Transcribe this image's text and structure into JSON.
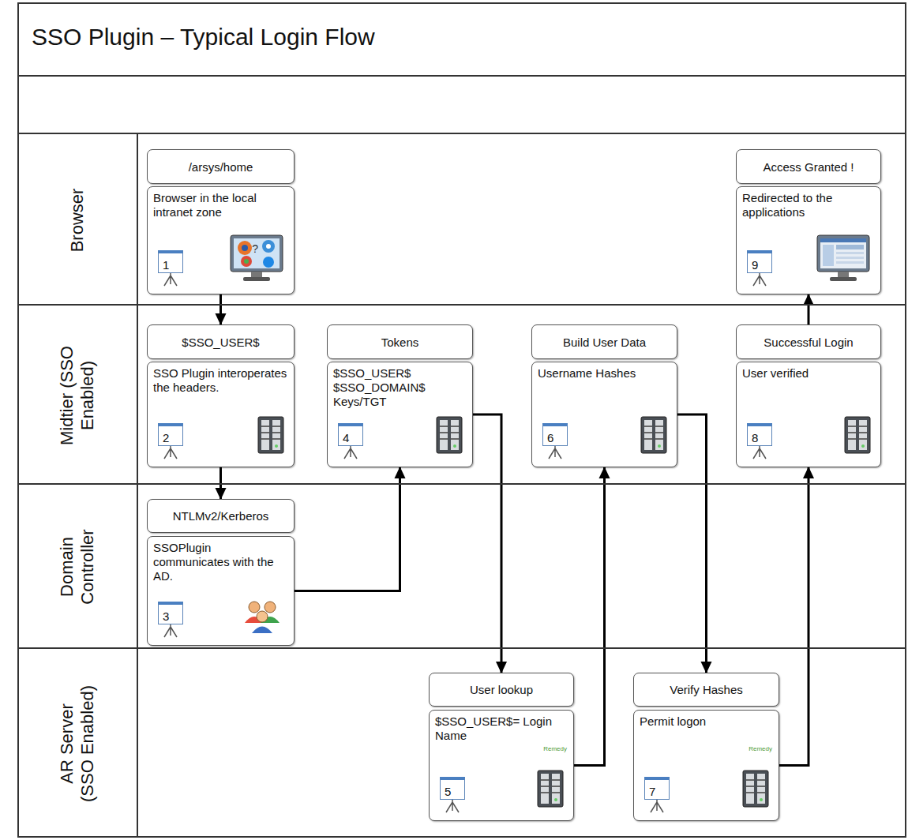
{
  "diagram": {
    "title": "SSO Plugin – Typical Login Flow",
    "nodes": [
      {
        "text": [
          "Browser"
        ]
      },
      {
        "text": [
          "Midtier (SSO Enabled)"
        ]
      },
      {
        "text": [
          "Domain Controller"
        ]
      },
      {
        "text": [
          "AR Server (SSO Enabled)"
        ]
      },
      {
        "text": [
          "/arsys/home"
        ],
        "in": 0
      },
      {
        "text": [
          "Browser in the local intranet zone"
        ],
        "in": 0
      },
      {
        "text": [
          "Access Granted !"
        ],
        "in": 0
      },
      {
        "text": [
          "Redirected to the applications"
        ],
        "in": 0
      },
      {
        "text": [
          "$SSO_USER$"
        ],
        "in": 1
      },
      {
        "text": [
          "SSO Plugin interoperates the headers."
        ],
        "in": 1
      },
      {
        "text": [
          "Tokens"
        ],
        "in": 1
      },
      {
        "text": [
          "$SSO_USER$ $SSO_DOMAIN$ Keys/TGT"
        ],
        "in": 1
      },
      {
        "text": [
          "Build User Data"
        ],
        "in": 1
      },
      {
        "text": [
          "Username Hashes"
        ],
        "in": 1
      },
      {
        "text": [
          "Successful Login"
        ],
        "in": 1
      },
      {
        "text": [
          "User verified"
        ],
        "in": 1
      },
      {
        "text": [
          "NTLMv2/Kerberos"
        ],
        "in": 2
      },
      {
        "text": [
          "SSOPlugin communicates with the AD."
        ],
        "in": 2
      },
      {
        "text": [
          "User lookup"
        ],
        "in": 3
      },
      {
        "text": [
          "$SSO_USER$= Login Name"
        ],
        "in": 3
      },
      {
        "text": [
          "Verify Hashes"
        ],
        "in": 3
      },
      {
        "text": [
          "Permit logon"
        ],
        "in": 3
      }
    ],
    "edges": [
      {
        "from": 5,
        "to": 8,
        "arrow": "to"
      },
      {
        "from": 9,
        "to": 16,
        "arrow": "to"
      },
      {
        "from": 17,
        "to": 11,
        "arrow": "to"
      },
      {
        "from": 11,
        "to": 18,
        "arrow": "to"
      },
      {
        "from": 19,
        "to": 13,
        "arrow": "to"
      },
      {
        "from": 13,
        "to": 20,
        "arrow": "to"
      },
      {
        "from": 21,
        "to": 15,
        "arrow": "to"
      },
      {
        "from": 14,
        "to": 7,
        "arrow": "to"
      }
    ],
    "labels": [
      "1",
      "?",
      "9",
      "2",
      "4",
      "6",
      "8",
      "3",
      "5",
      "Remedy",
      "7",
      "Remedy"
    ]
  }
}
